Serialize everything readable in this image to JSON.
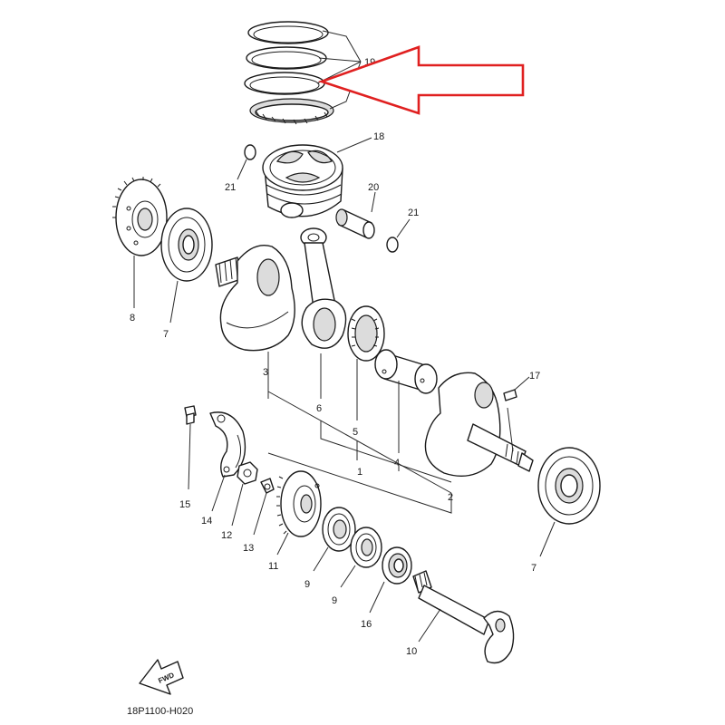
{
  "callouts": {
    "c19": "19",
    "c18": "18",
    "c21a": "21",
    "c20": "20",
    "c21b": "21",
    "c8": "8",
    "c7a": "7",
    "c3": "3",
    "c6": "6",
    "c5": "5",
    "c4": "4",
    "c1": "1",
    "c2": "2",
    "c17": "17",
    "c7b": "7",
    "c15": "15",
    "c14": "14",
    "c12": "12",
    "c13": "13",
    "c11": "11",
    "c9a": "9",
    "c9b": "9",
    "c16": "16",
    "c10": "10"
  },
  "fwd_label": "FWD",
  "diagram_code": "18P1100-H020",
  "highlight_color": "#e02020",
  "icons": {
    "direction": "fwd-arrow-icon",
    "highlight": "red-pointer-arrow"
  }
}
